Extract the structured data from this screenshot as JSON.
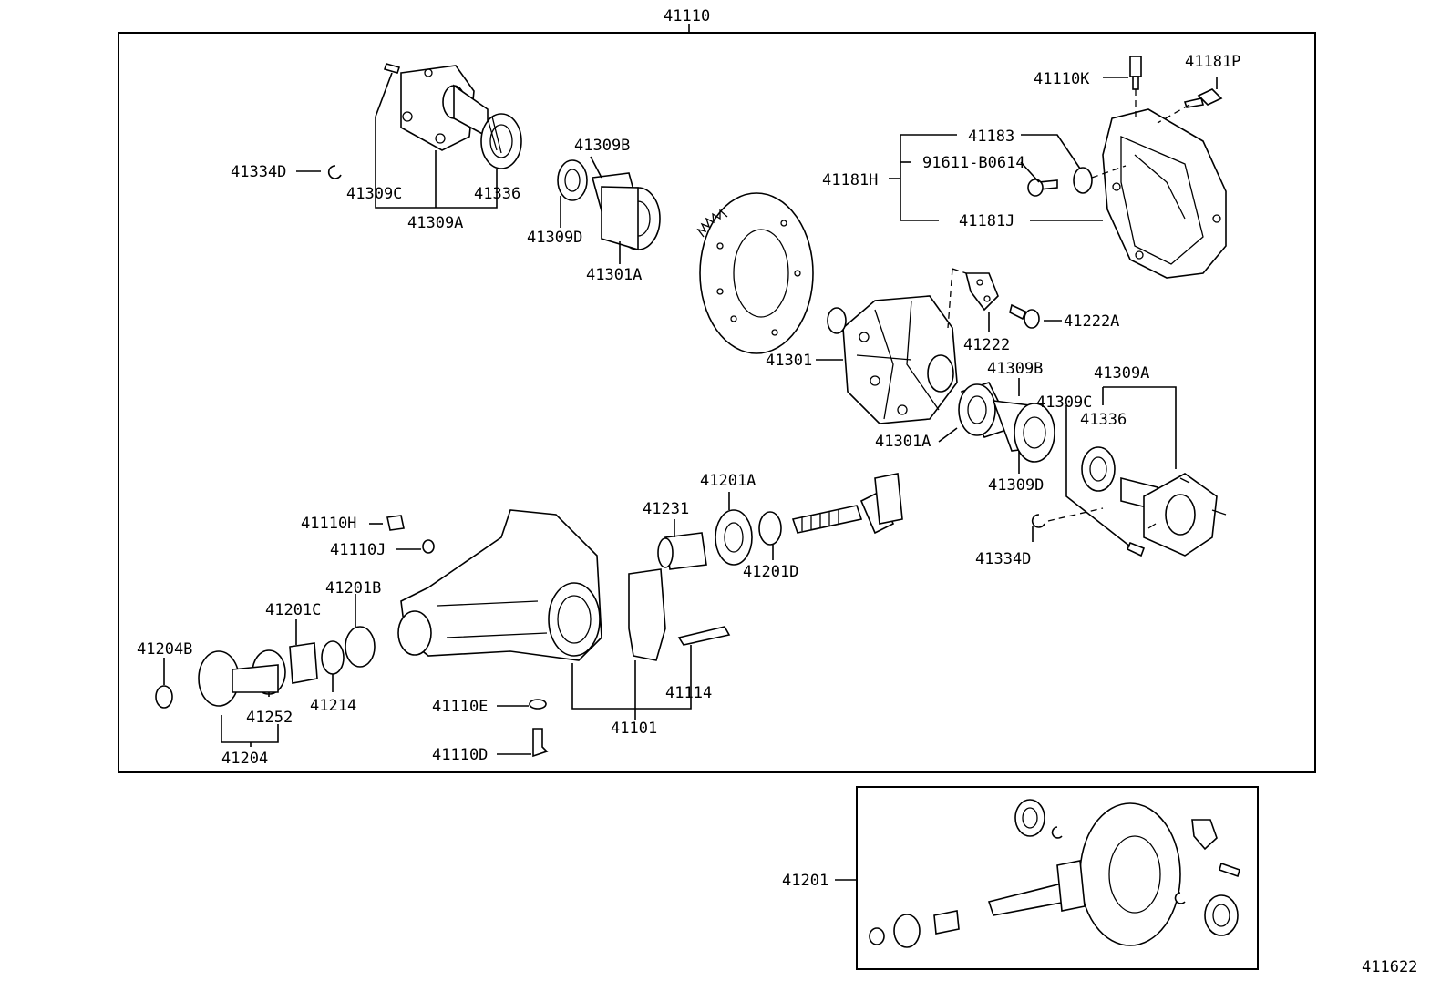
{
  "figure_code": "411622",
  "assembly_label": "41110",
  "inset_label": "41201",
  "labels": [
    {
      "id": "41110K",
      "text": "41110K"
    },
    {
      "id": "41181P",
      "text": "41181P"
    },
    {
      "id": "41183",
      "text": "41183"
    },
    {
      "id": "91611",
      "text": "91611-B0614"
    },
    {
      "id": "41181H",
      "text": "41181H"
    },
    {
      "id": "41181J",
      "text": "41181J"
    },
    {
      "id": "41334D_top",
      "text": "41334D"
    },
    {
      "id": "41309C_top",
      "text": "41309C"
    },
    {
      "id": "41336_top",
      "text": "41336"
    },
    {
      "id": "41309A_top",
      "text": "41309A"
    },
    {
      "id": "41309B_top",
      "text": "41309B"
    },
    {
      "id": "41309D_top",
      "text": "41309D"
    },
    {
      "id": "41301A_top",
      "text": "41301A"
    },
    {
      "id": "41222",
      "text": "41222"
    },
    {
      "id": "41222A",
      "text": "41222A"
    },
    {
      "id": "41301",
      "text": "41301"
    },
    {
      "id": "41309B_r",
      "text": "41309B"
    },
    {
      "id": "41309A_r",
      "text": "41309A"
    },
    {
      "id": "41309C_r",
      "text": "41309C"
    },
    {
      "id": "41336_r",
      "text": "41336"
    },
    {
      "id": "41301A_r",
      "text": "41301A"
    },
    {
      "id": "41309D_r",
      "text": "41309D"
    },
    {
      "id": "41334D_r",
      "text": "41334D"
    },
    {
      "id": "41201A",
      "text": "41201A"
    },
    {
      "id": "41231",
      "text": "41231"
    },
    {
      "id": "41201D",
      "text": "41201D"
    },
    {
      "id": "41110H",
      "text": "41110H"
    },
    {
      "id": "41110J",
      "text": "41110J"
    },
    {
      "id": "41201B",
      "text": "41201B"
    },
    {
      "id": "41201C",
      "text": "41201C"
    },
    {
      "id": "41204B",
      "text": "41204B"
    },
    {
      "id": "41252",
      "text": "41252"
    },
    {
      "id": "41214",
      "text": "41214"
    },
    {
      "id": "41204",
      "text": "41204"
    },
    {
      "id": "41110E",
      "text": "41110E"
    },
    {
      "id": "41110D",
      "text": "41110D"
    },
    {
      "id": "41101",
      "text": "41101"
    },
    {
      "id": "41114",
      "text": "41114"
    }
  ]
}
